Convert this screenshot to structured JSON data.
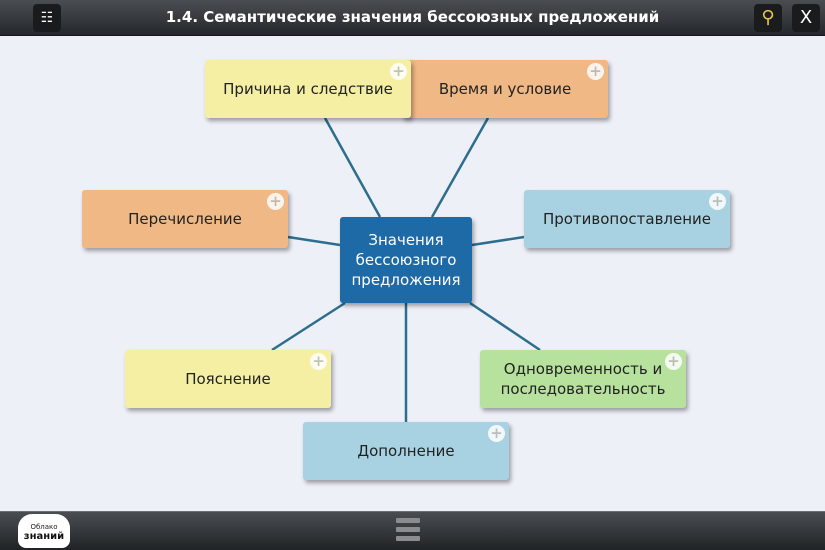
{
  "header": {
    "title": "1.4. Семантические значения бессоюзных предложений",
    "menu_icon": "grid-menu-icon",
    "search_icon": "search-icon",
    "close_label": "X"
  },
  "center": {
    "label": "Значения бессоюзного предложения"
  },
  "nodes": [
    {
      "label": "Время и условие",
      "color": "#f0b884"
    },
    {
      "label": "Причина и следствие",
      "color": "#f5efa3"
    },
    {
      "label": "Перечисление",
      "color": "#f0b884"
    },
    {
      "label": "Противопоставление",
      "color": "#a8d2e2"
    },
    {
      "label": "Пояснение",
      "color": "#f5efa3"
    },
    {
      "label": "Одновременность и последовательность",
      "color": "#b7e29e"
    },
    {
      "label": "Дополнение",
      "color": "#a8d2e2"
    }
  ],
  "plus": "+",
  "footer": {
    "logo_top": "Облако",
    "logo_bottom": "знаний"
  }
}
